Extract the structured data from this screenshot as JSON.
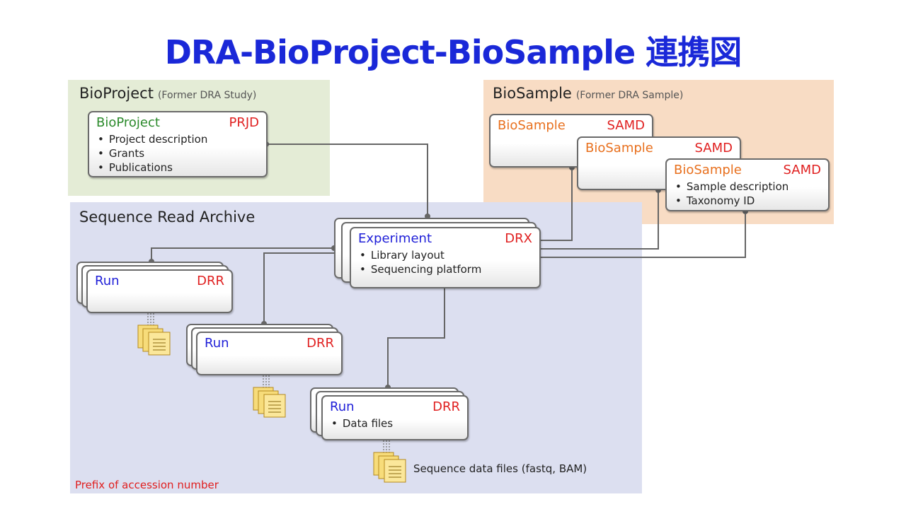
{
  "title": "DRA-BioProject-BioSample 連携図",
  "bioproject_region": {
    "title": "BioProject",
    "subtitle": "(Former DRA Study)"
  },
  "biosample_region": {
    "title": "BioSample",
    "subtitle": "(Former DRA Sample)"
  },
  "sra_region": {
    "title": "Sequence Read Archive"
  },
  "bioproject_box": {
    "name": "BioProject",
    "code": "PRJD",
    "items": [
      "Project description",
      "Grants",
      "Publications"
    ]
  },
  "biosample_boxes": [
    {
      "name": "BioSample",
      "code": "SAMD"
    },
    {
      "name": "BioSample",
      "code": "SAMD"
    },
    {
      "name": "BioSample",
      "code": "SAMD",
      "items": [
        "Sample description",
        "Taxonomy ID"
      ]
    }
  ],
  "experiment_box": {
    "name": "Experiment",
    "code": "DRX",
    "items": [
      "Library layout",
      "Sequencing platform"
    ]
  },
  "run_boxes": [
    {
      "name": "Run",
      "code": "DRR"
    },
    {
      "name": "Run",
      "code": "DRR"
    },
    {
      "name": "Run",
      "code": "DRR",
      "items": [
        "Data files"
      ]
    }
  ],
  "sequence_files_label": "Sequence data files (fastq, BAM)",
  "prefix_note": "Prefix of accession number",
  "colors": {
    "title": "#1a28d8",
    "bioproject_bg": "#e4ecd6",
    "biosample_bg": "#f8dcc4",
    "sra_bg": "#dcdff0",
    "accession_code": "#e02020"
  }
}
